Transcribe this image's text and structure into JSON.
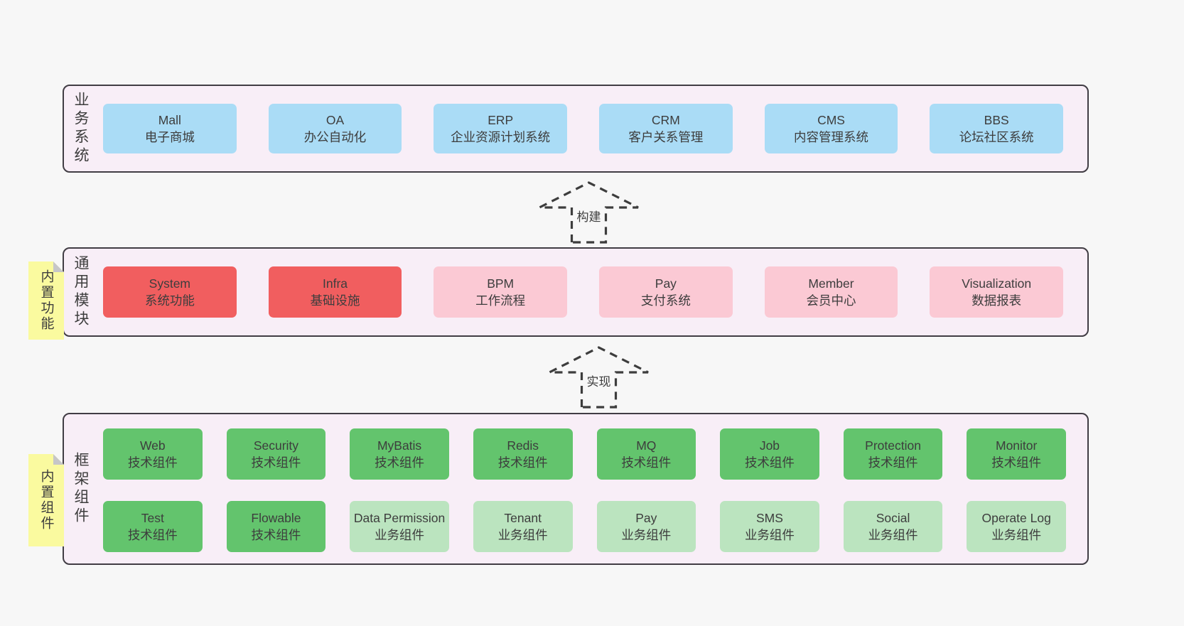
{
  "palette": {
    "page_bg": "#f7f7f7",
    "band_bg": "#f8eef7",
    "band_border": "#413d44",
    "blue_box": "#aadcf6",
    "red_box": "#f15e5f",
    "pink_box": "#fbc9d4",
    "green_box": "#63c46d",
    "light_green_box": "#bbe4bf",
    "sticky_bg": "#fafa9f",
    "sticky_fold": "#c6c6c8",
    "text": "#3d3d3d"
  },
  "arrows": [
    {
      "label": "构建"
    },
    {
      "label": "实现"
    }
  ],
  "bands": [
    {
      "label": "业务系统",
      "boxes": [
        {
          "title": "Mall",
          "subtitle": "电子商城"
        },
        {
          "title": "OA",
          "subtitle": "办公自动化"
        },
        {
          "title": "ERP",
          "subtitle": "企业资源计划系统"
        },
        {
          "title": "CRM",
          "subtitle": "客户关系管理"
        },
        {
          "title": "CMS",
          "subtitle": "内容管理系统"
        },
        {
          "title": "BBS",
          "subtitle": "论坛社区系统"
        }
      ]
    },
    {
      "label": "通用模块",
      "sticky": "内置功能",
      "boxes": [
        {
          "title": "System",
          "subtitle": "系统功能"
        },
        {
          "title": "Infra",
          "subtitle": "基础设施"
        },
        {
          "title": "BPM",
          "subtitle": "工作流程"
        },
        {
          "title": "Pay",
          "subtitle": "支付系统"
        },
        {
          "title": "Member",
          "subtitle": "会员中心"
        },
        {
          "title": "Visualization",
          "subtitle": "数据报表"
        }
      ]
    },
    {
      "label": "框架组件",
      "sticky": "内置组件",
      "rows": [
        [
          {
            "title": "Web",
            "subtitle": "技术组件"
          },
          {
            "title": "Security",
            "subtitle": "技术组件"
          },
          {
            "title": "MyBatis",
            "subtitle": "技术组件"
          },
          {
            "title": "Redis",
            "subtitle": "技术组件"
          },
          {
            "title": "MQ",
            "subtitle": "技术组件"
          },
          {
            "title": "Job",
            "subtitle": "技术组件"
          },
          {
            "title": "Protection",
            "subtitle": "技术组件"
          },
          {
            "title": "Monitor",
            "subtitle": "技术组件"
          }
        ],
        [
          {
            "title": "Test",
            "subtitle": "技术组件"
          },
          {
            "title": "Flowable",
            "subtitle": "技术组件"
          },
          {
            "title": "Data Permission",
            "subtitle": "业务组件"
          },
          {
            "title": "Tenant",
            "subtitle": "业务组件"
          },
          {
            "title": "Pay",
            "subtitle": "业务组件"
          },
          {
            "title": "SMS",
            "subtitle": "业务组件"
          },
          {
            "title": "Social",
            "subtitle": "业务组件"
          },
          {
            "title": "Operate Log",
            "subtitle": "业务组件"
          }
        ]
      ]
    }
  ]
}
